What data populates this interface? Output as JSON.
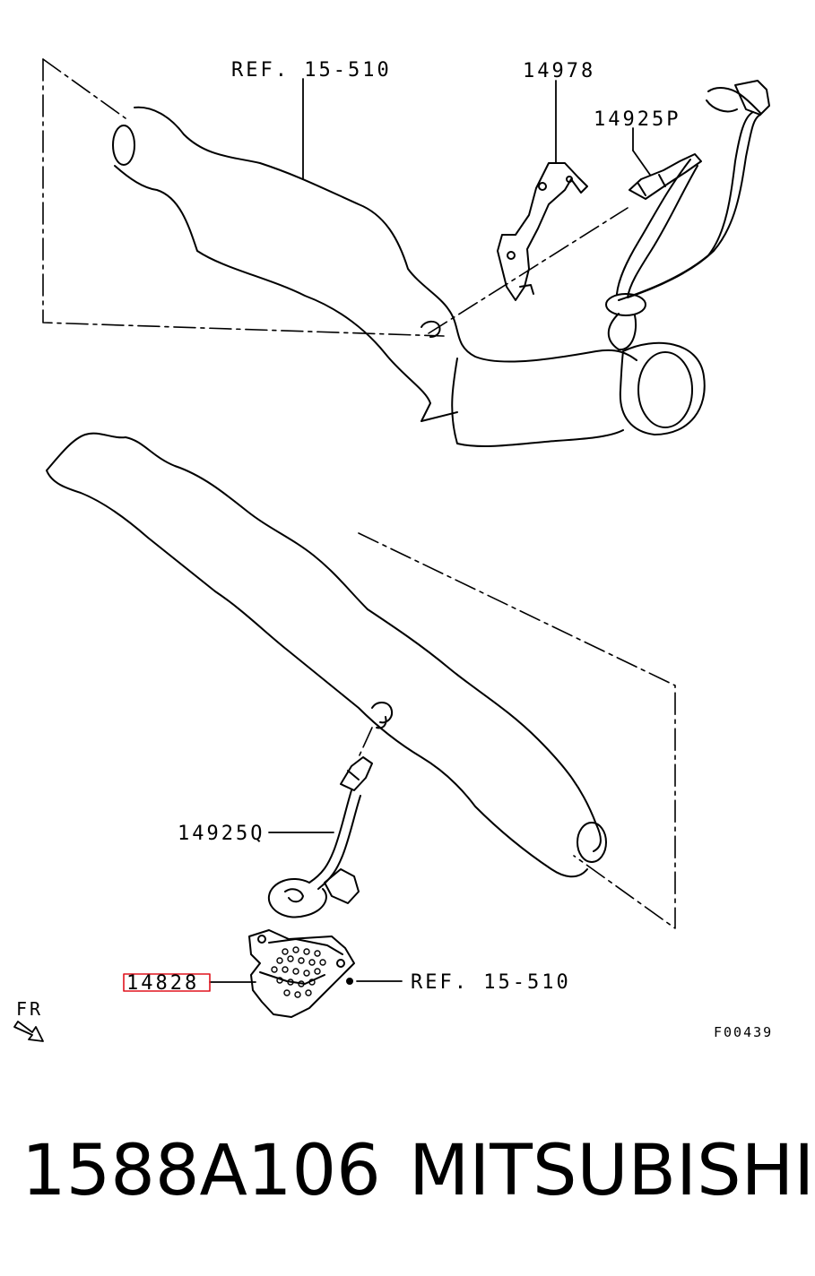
{
  "labels": {
    "ref_top": "REF. 15-510",
    "part_14978": "14978",
    "part_14925p": "14925P",
    "part_14925q": "14925Q",
    "part_14828": "14828",
    "ref_bottom": "REF. 15-510",
    "front": "FR",
    "figure_code": "F00439"
  },
  "caption": {
    "part_number": "1588A106",
    "brand": "MITSUBISHI"
  },
  "colors": {
    "line": "#000000",
    "highlight": "#e0141e"
  }
}
